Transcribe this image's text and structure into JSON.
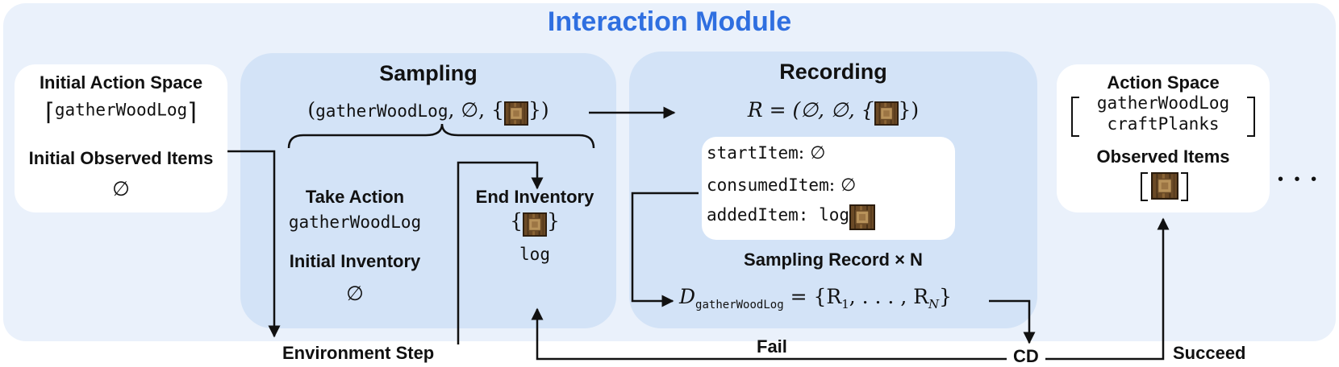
{
  "title": "Interaction Module",
  "initial": {
    "action_space_label": "Initial Action Space",
    "action": "gatherWoodLog",
    "observed_label": "Initial Observed Items",
    "observed_value": "∅"
  },
  "sampling": {
    "header": "Sampling",
    "tuple_open": "(",
    "tuple_action": "gatherWoodLog",
    "tuple_mid": ", ∅, {",
    "tuple_close": "})",
    "take_action_label": "Take Action",
    "take_action_value": "gatherWoodLog",
    "initial_inventory_label": "Initial Inventory",
    "initial_inventory_value": "∅",
    "end_inventory_label": "End Inventory",
    "end_open": "{",
    "end_close": "}",
    "end_item": "log"
  },
  "recording": {
    "header": "Recording",
    "r_left": "R = (∅, ∅, {",
    "r_right": "})",
    "start_key": "startItem",
    "start_val": ": ∅",
    "consumed_key": "consumedItem",
    "consumed_val": ": ∅",
    "added_key": "addedItem",
    "added_val": ": log",
    "caption": "Sampling Record × N",
    "dataset_d": "D",
    "dataset_sub": "gatherWoodLog",
    "dataset_rhs": " = {R",
    "dataset_r1": "1",
    "dataset_mid": ", . . . , R",
    "dataset_rn": "N",
    "dataset_end": "}"
  },
  "result": {
    "action_space_label": "Action Space",
    "action_1": "gatherWoodLog",
    "action_2": "craftPlanks",
    "observed_label": "Observed Items"
  },
  "ellipsis": "• • •",
  "flow": {
    "env_step": "Environment Step",
    "fail": "Fail",
    "cd": "CD",
    "succeed": "Succeed"
  },
  "icons": {
    "item": "wood-log-icon"
  }
}
